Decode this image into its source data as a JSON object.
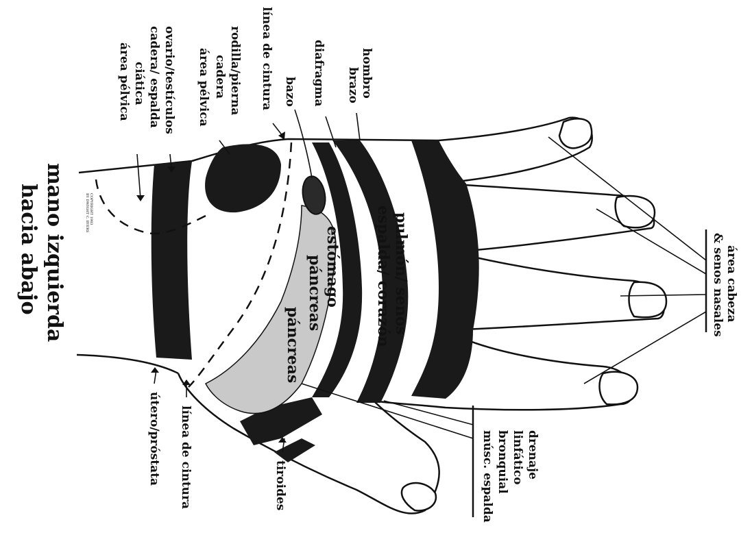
{
  "diagram": {
    "title_lines": [
      "mano izquierda",
      "hacia abajo"
    ],
    "labels": {
      "hombro": "hombro",
      "brazo": "brazo",
      "diafragma": "diafragma",
      "bazo": "bazo",
      "linea_cintura_top": "línea de cintura",
      "rodilla_pierna": "rodilla/pierna",
      "cadera_top": "cadera",
      "area_pelvica_top": "área pélvica",
      "ovario_testiculos": "ovario/testículos",
      "cadera_espalda": "cadera/ espalda",
      "ciatica": "ciática",
      "area_pelvica_bottom": "área pélvica",
      "pulmon_senos": "pulmón/ senos",
      "espalda_corazon": "espalda/ corazón",
      "estomago": "estómago",
      "pancreas_1": "páncreas",
      "pancreas_2": "páncreas",
      "area_cabeza": "área cabeza",
      "senos_nasales": "& senos nasales",
      "drenaje": "drenaje",
      "linfatico": "linfático",
      "bronquial": "bronquial",
      "musc_espalda": "músc. espalda",
      "tiroides": "tiroides",
      "linea_cintura_bottom": "línea de cintura",
      "utero_prostata": "útero/próstata"
    },
    "copyright_lines": [
      "COPYRIGHT 1983",
      "BY DWIGHT C. BYERS"
    ],
    "colors": {
      "ink": "#111111",
      "band": "#1a1a1a",
      "stomach_fill": "#c9c9c9",
      "paper": "#ffffff"
    }
  }
}
